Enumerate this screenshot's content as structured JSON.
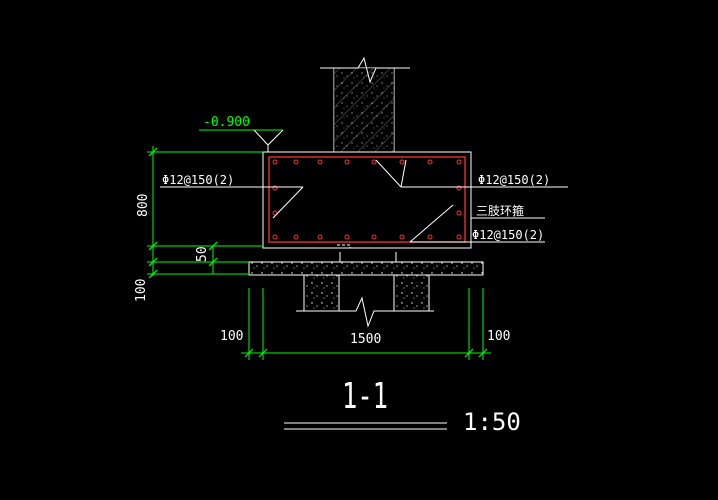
{
  "drawing": {
    "elevation_label": "-0.900",
    "rebar_left": "Φ12@150(2)",
    "rebar_right_top": "Φ12@150(2)",
    "rebar_right_bottom": "Φ12@150(2)",
    "stirrup_note": "三肢环箍",
    "dim_height": "800",
    "dim_50": "50",
    "dim_100_vertical": "100",
    "dim_width": "1500",
    "dim_left_100": "100",
    "dim_right_100": "100",
    "section_title": "1-1",
    "scale": "1:50"
  },
  "colors": {
    "background": "#000000",
    "outline": "#ffffff",
    "rebar": "#ff3030",
    "dimension": "#00ff00",
    "text_green": "#00ff00",
    "text_white": "#ffffff"
  }
}
